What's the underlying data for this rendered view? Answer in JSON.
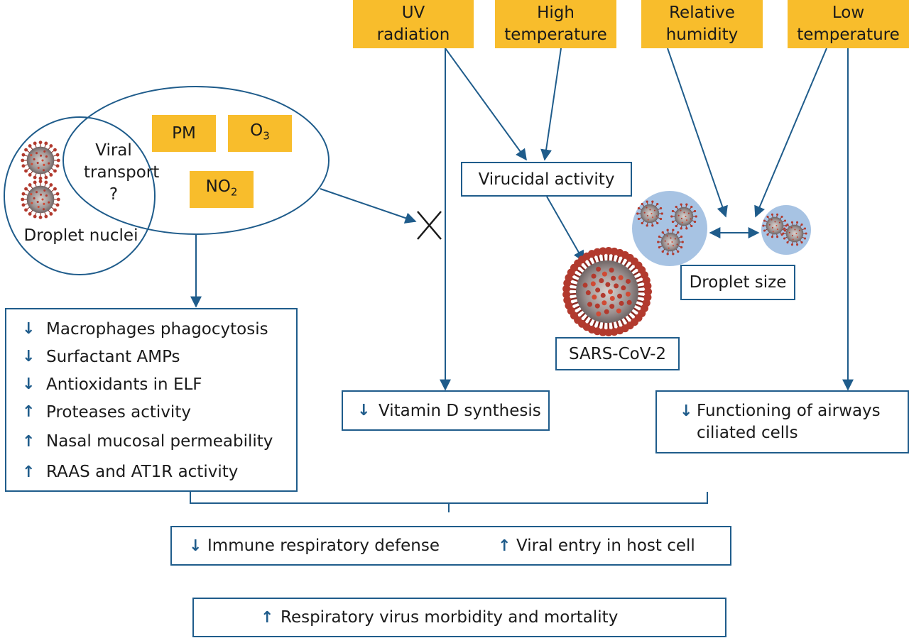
{
  "factors": {
    "uv": [
      "UV",
      "radiation"
    ],
    "high_temp": [
      "High",
      "temperature"
    ],
    "humidity": [
      "Relative",
      "humidity"
    ],
    "low_temp": [
      "Low",
      "temperature"
    ]
  },
  "pollutants": {
    "pm": "PM",
    "o3": {
      "base": "O",
      "sub": "3"
    },
    "no2": {
      "base": "NO",
      "sub": "2"
    }
  },
  "viral_transport": [
    "Viral",
    "transport",
    "?"
  ],
  "droplet_nuclei": "Droplet nuclei",
  "virucidal_activity": "Virucidal activity",
  "droplet_size": "Droplet size",
  "sars_label": "SARS-CoV-2",
  "effects": {
    "items": [
      {
        "dir": "↓",
        "text": "Macrophages phagocytosis"
      },
      {
        "dir": "↓",
        "text": "Surfactant AMPs"
      },
      {
        "dir": "↓",
        "text": "Antioxidants in ELF"
      },
      {
        "dir": "↑",
        "text": "Proteases activity"
      },
      {
        "dir": "↑",
        "text": "Nasal mucosal permeability"
      },
      {
        "dir": "↑",
        "text": "RAAS and AT1R activity"
      }
    ]
  },
  "vitamin_d": {
    "dir": "↓",
    "text": "Vitamin D synthesis"
  },
  "airways": {
    "dir": "↓",
    "lines": [
      "Functioning of airways",
      "ciliated cells"
    ]
  },
  "outcome": {
    "immune": {
      "dir": "↓",
      "text": "Immune respiratory defense"
    },
    "entry": {
      "dir": "↑",
      "text": "Viral entry in host cell"
    }
  },
  "final": {
    "dir": "↑",
    "text": "Respiratory virus morbidity and mortality"
  },
  "colors": {
    "factor_fill": "#f8bd2c",
    "line": "#1f5c8b",
    "droplet": "#a7c3e3",
    "virus": "#b23a2e"
  }
}
